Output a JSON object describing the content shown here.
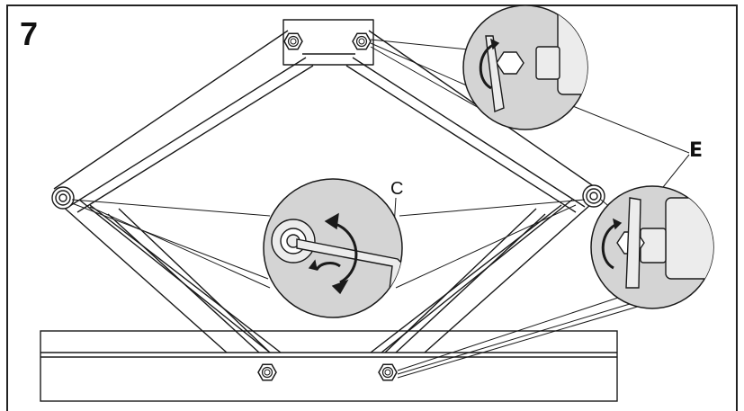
{
  "step": {
    "number": "7"
  },
  "labels": {
    "c": "C",
    "e": "E"
  },
  "colors": {
    "line": "#1a1a1a",
    "callout_fill": "#d4d4d4",
    "border": "#222222"
  },
  "callouts": [
    {
      "id": "top-right",
      "shows": "wrench-on-nut"
    },
    {
      "id": "center",
      "shows": "hex-key-in-bolt-with-rotation-arrows"
    },
    {
      "id": "lower-right",
      "shows": "wrench-on-nut"
    }
  ]
}
